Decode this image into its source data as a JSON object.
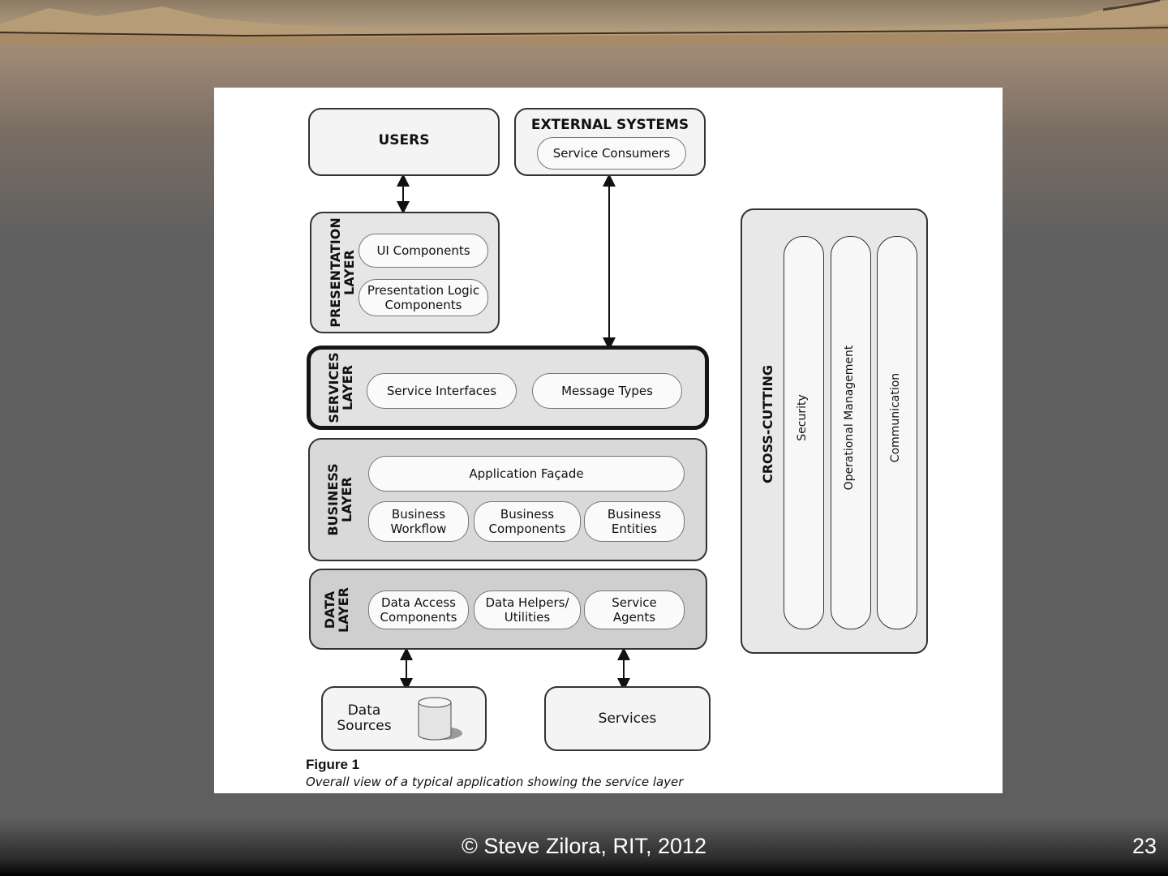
{
  "diagram": {
    "users": "USERS",
    "external_systems": "EXTERNAL SYSTEMS",
    "service_consumers": "Service Consumers",
    "presentation_layer": "PRESENTATION\nLAYER",
    "ui_components": "UI Components",
    "presentation_logic": "Presentation Logic\nComponents",
    "services_layer": "SERVICES\nLAYER",
    "service_interfaces": "Service Interfaces",
    "message_types": "Message Types",
    "business_layer": "BUSINESS\nLAYER",
    "application_facade": "Application Façade",
    "business_workflow": "Business\nWorkflow",
    "business_components": "Business\nComponents",
    "business_entities": "Business\nEntities",
    "data_layer": "DATA\nLAYER",
    "data_access": "Data Access\nComponents",
    "data_helpers": "Data Helpers/\nUtilities",
    "service_agents": "Service\nAgents",
    "data_sources": "Data\nSources",
    "services": "Services",
    "cross_cutting": "CROSS-CUTTING",
    "security": "Security",
    "operational_management": "Operational Management",
    "communication": "Communication",
    "figure_title": "Figure 1",
    "figure_caption": "Overall view of a typical application showing the service layer"
  },
  "footer": {
    "copyright": "© Steve Zilora, RIT, 2012",
    "page_number": "23"
  }
}
